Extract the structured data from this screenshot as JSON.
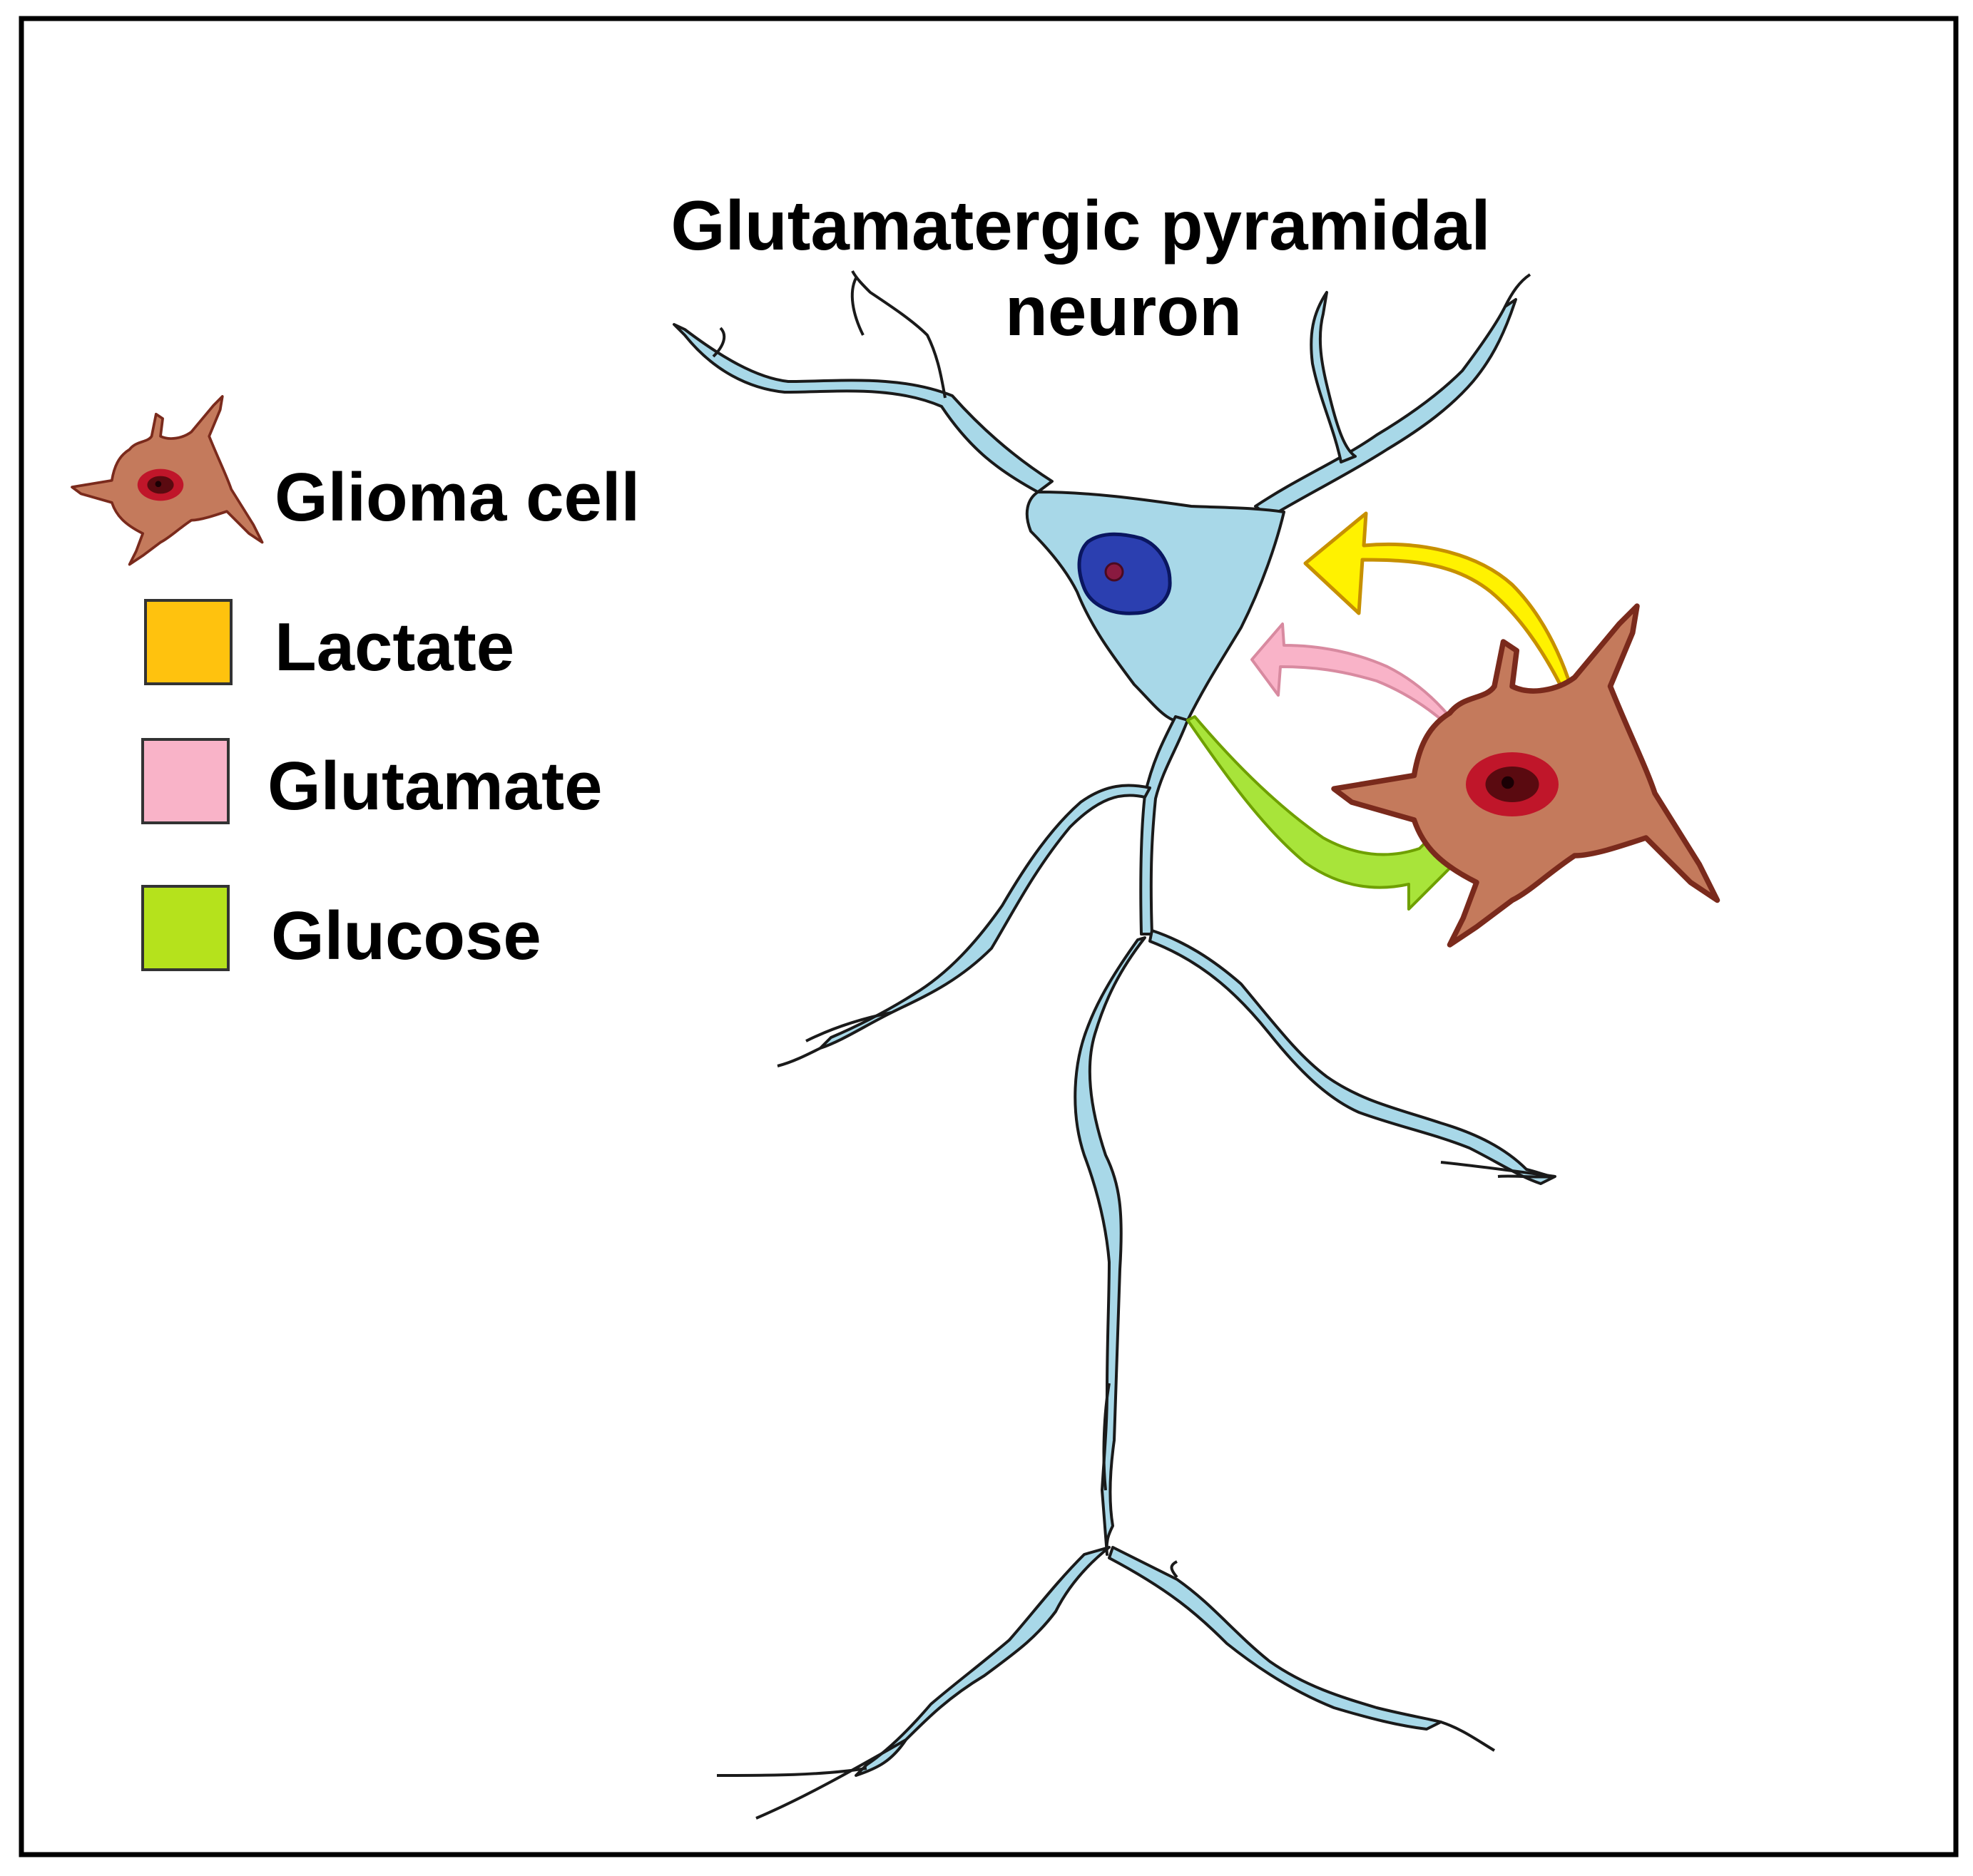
{
  "title": {
    "line1": "Glutamatergic pyramidal",
    "line2": "neuron"
  },
  "legend": [
    {
      "label": "Glioma cell",
      "icon": "glioma-cell-icon"
    },
    {
      "label": "Lactate",
      "color": "#FFC20E"
    },
    {
      "label": "Glutamate",
      "color": "#F9B3C8"
    },
    {
      "label": "Glucose",
      "color": "#B5E21C"
    }
  ],
  "colors": {
    "neuron": "#A8D8E8",
    "neuron_nucleus": "#2B3FB0",
    "glioma_cell": "#C47A5C",
    "glioma_nucleus": "#A81820",
    "lactate_arrow": "#FFF200",
    "glutamate_arrow": "#F9B3C8",
    "glucose_arrow": "#A8E43A"
  }
}
